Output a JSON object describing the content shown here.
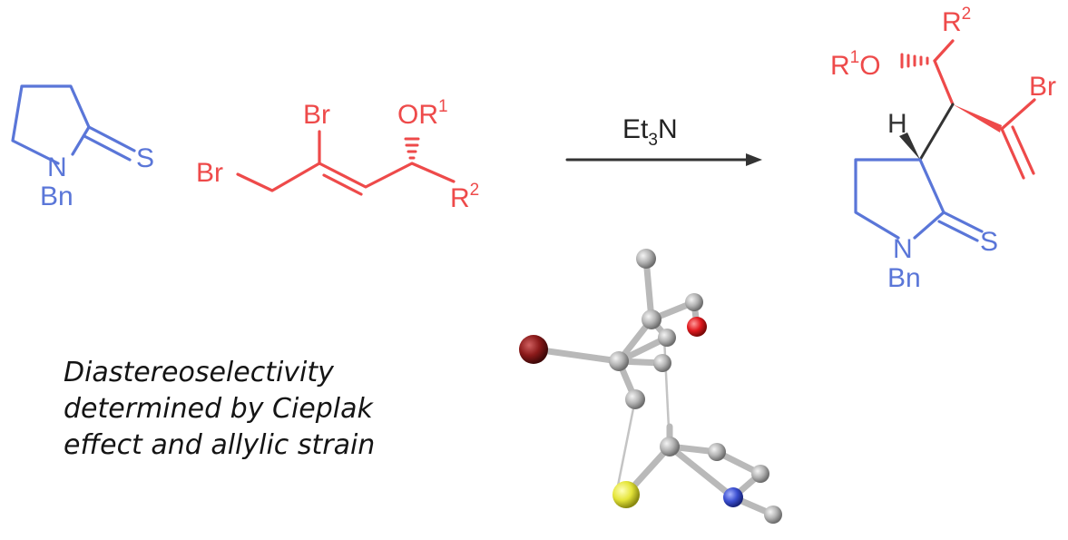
{
  "starting_material_1": {
    "atom_n": "N",
    "atom_s": "S",
    "substituent": "Bn"
  },
  "starting_material_2": {
    "br_left": "Br",
    "br_top": "Br",
    "or_group": "OR",
    "or_sup": "1",
    "r_group": "R",
    "r_sup": "2"
  },
  "reagent": {
    "text": "Et",
    "sub": "3",
    "tail": "N"
  },
  "product": {
    "r1o_r": "R",
    "r1o_sup": "1",
    "r1o_o": "O",
    "r2_r": "R",
    "r2_sup": "2",
    "br": "Br",
    "h": "H",
    "atom_n": "N",
    "atom_s": "S",
    "substituent": "Bn"
  },
  "caption": {
    "line1": "Diastereoselectivity",
    "line2": "determined by Cieplak",
    "line3": "effect and allylic strain"
  },
  "colors": {
    "blue": "#5a76d8",
    "red": "#ee4a4a",
    "arrow": "#333333",
    "carbon_atom": "#b9b9b9",
    "oxygen_atom": "#e0191e",
    "bromine_atom": "#8b1a1a",
    "sulfur_atom": "#e5e53a",
    "nitrogen_atom": "#3b4fd0"
  }
}
